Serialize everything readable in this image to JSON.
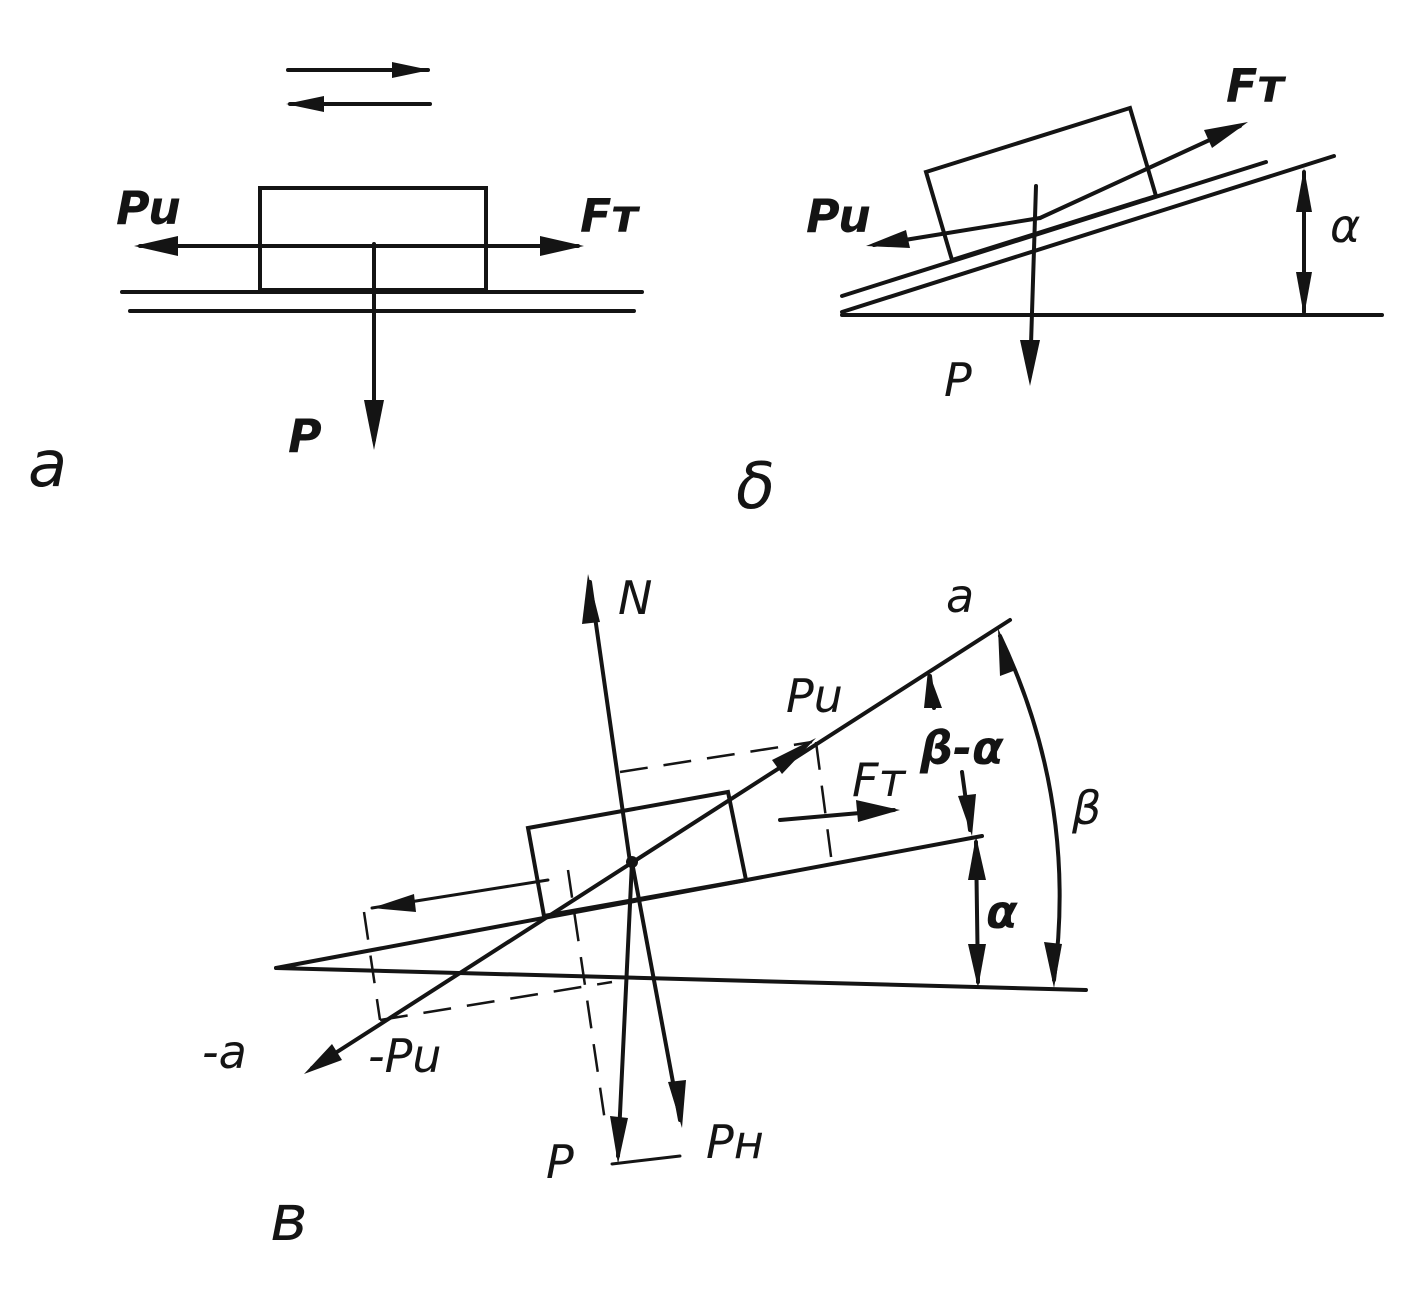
{
  "panels": {
    "a": {
      "id": "a",
      "labels": {
        "inertia": "Pu",
        "traction": "Fт",
        "weight": "P"
      }
    },
    "b": {
      "id": "δ",
      "labels": {
        "inertia": "Pu",
        "traction": "Fт",
        "weight": "P",
        "angle": "α"
      }
    },
    "v": {
      "id": "в",
      "labels": {
        "normal": "N",
        "accel": "a",
        "inertia": "Pu",
        "traction": "Fт",
        "angle_diff": "β-α",
        "beta": "β",
        "alpha": "α",
        "neg_accel": "-a",
        "neg_inertia": "-Pu",
        "weight": "P",
        "resultant": "Pн"
      }
    }
  }
}
